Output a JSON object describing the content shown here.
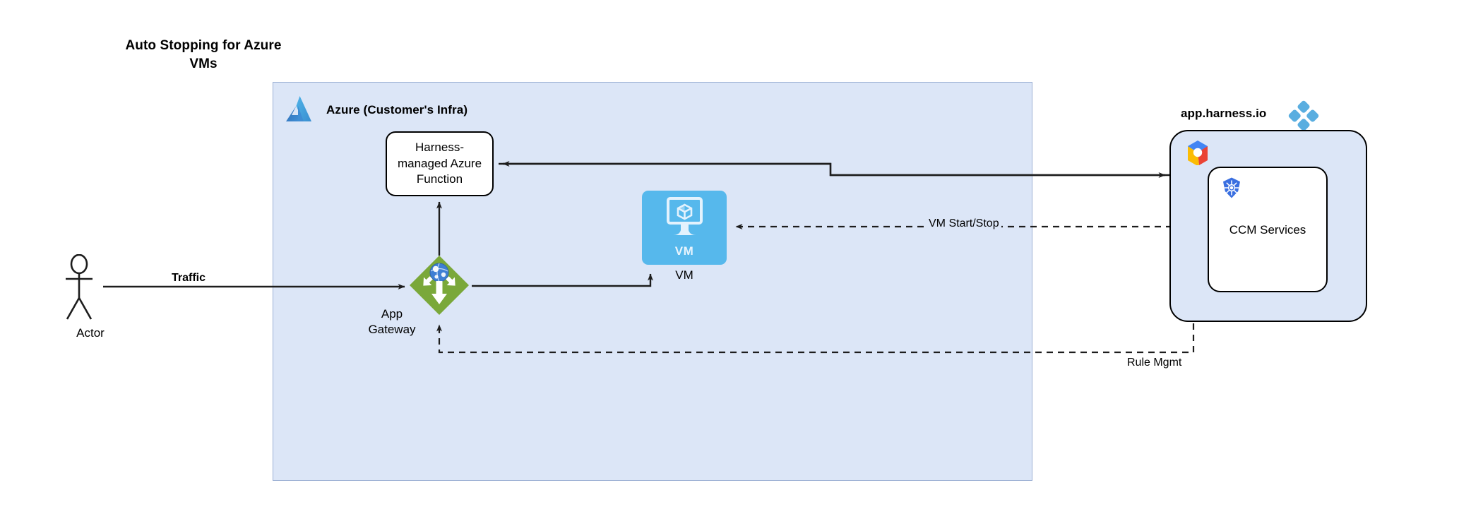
{
  "diagram": {
    "title": "Auto Stopping for Azure VMs",
    "title_lines": [
      "Auto Stopping for Azure",
      "VMs"
    ]
  },
  "azure_container": {
    "label": "Azure (Customer's Infra)",
    "icon": "azure-logo-icon",
    "fill_color": "#dce6f7",
    "border_color": "#9cb0d4"
  },
  "nodes": {
    "actor": {
      "label": "Actor",
      "icon": "actor-stick-figure-icon"
    },
    "harness_function": {
      "label": "Harness-managed Azure Function",
      "lines": [
        "Harness-",
        "managed Azure",
        "Function"
      ],
      "fill_color": "#ffffff",
      "border_color": "#000000"
    },
    "app_gateway": {
      "label": "App Gateway",
      "lines": [
        "App",
        "Gateway"
      ],
      "icon": "azure-application-gateway-icon",
      "icon_color": "#7aa83a"
    },
    "vm": {
      "caption": "VM",
      "inner_label": "VM",
      "icon": "virtual-machine-icon",
      "tile_color": "#56b8ec"
    },
    "harness_cloud": {
      "label": "app.harness.io",
      "icon": "harness-logo-icon",
      "logo_color": "#5aaee0",
      "fill_color": "#dce6f7",
      "border_color": "#000000",
      "child_icons": [
        "google-cloud-logo-icon",
        "kubernetes-logo-icon"
      ]
    },
    "ccm_services": {
      "label": "CCM Services",
      "icon": "kubernetes-logo-icon",
      "fill_color": "#ffffff",
      "border_color": "#000000"
    }
  },
  "edges": [
    {
      "id": "actor-to-gateway",
      "label": "Traffic",
      "style": "solid",
      "bold_label": true,
      "from": "actor",
      "to": "app_gateway"
    },
    {
      "id": "gateway-to-vm",
      "label": "",
      "style": "solid",
      "from": "app_gateway",
      "to": "vm"
    },
    {
      "id": "gateway-to-function",
      "label": "",
      "style": "solid",
      "from": "app_gateway",
      "to": "harness_function"
    },
    {
      "id": "function-to-harness",
      "label": "",
      "style": "solid",
      "bidirectional": true,
      "from": "harness_function",
      "to": "harness_cloud"
    },
    {
      "id": "ccm-to-vm",
      "label": "VM Start/Stop",
      "style": "dashed",
      "from": "harness_cloud",
      "to": "vm"
    },
    {
      "id": "ccm-to-gateway",
      "label": "Rule Mgmt",
      "style": "dashed",
      "from": "harness_cloud",
      "to": "app_gateway"
    }
  ]
}
